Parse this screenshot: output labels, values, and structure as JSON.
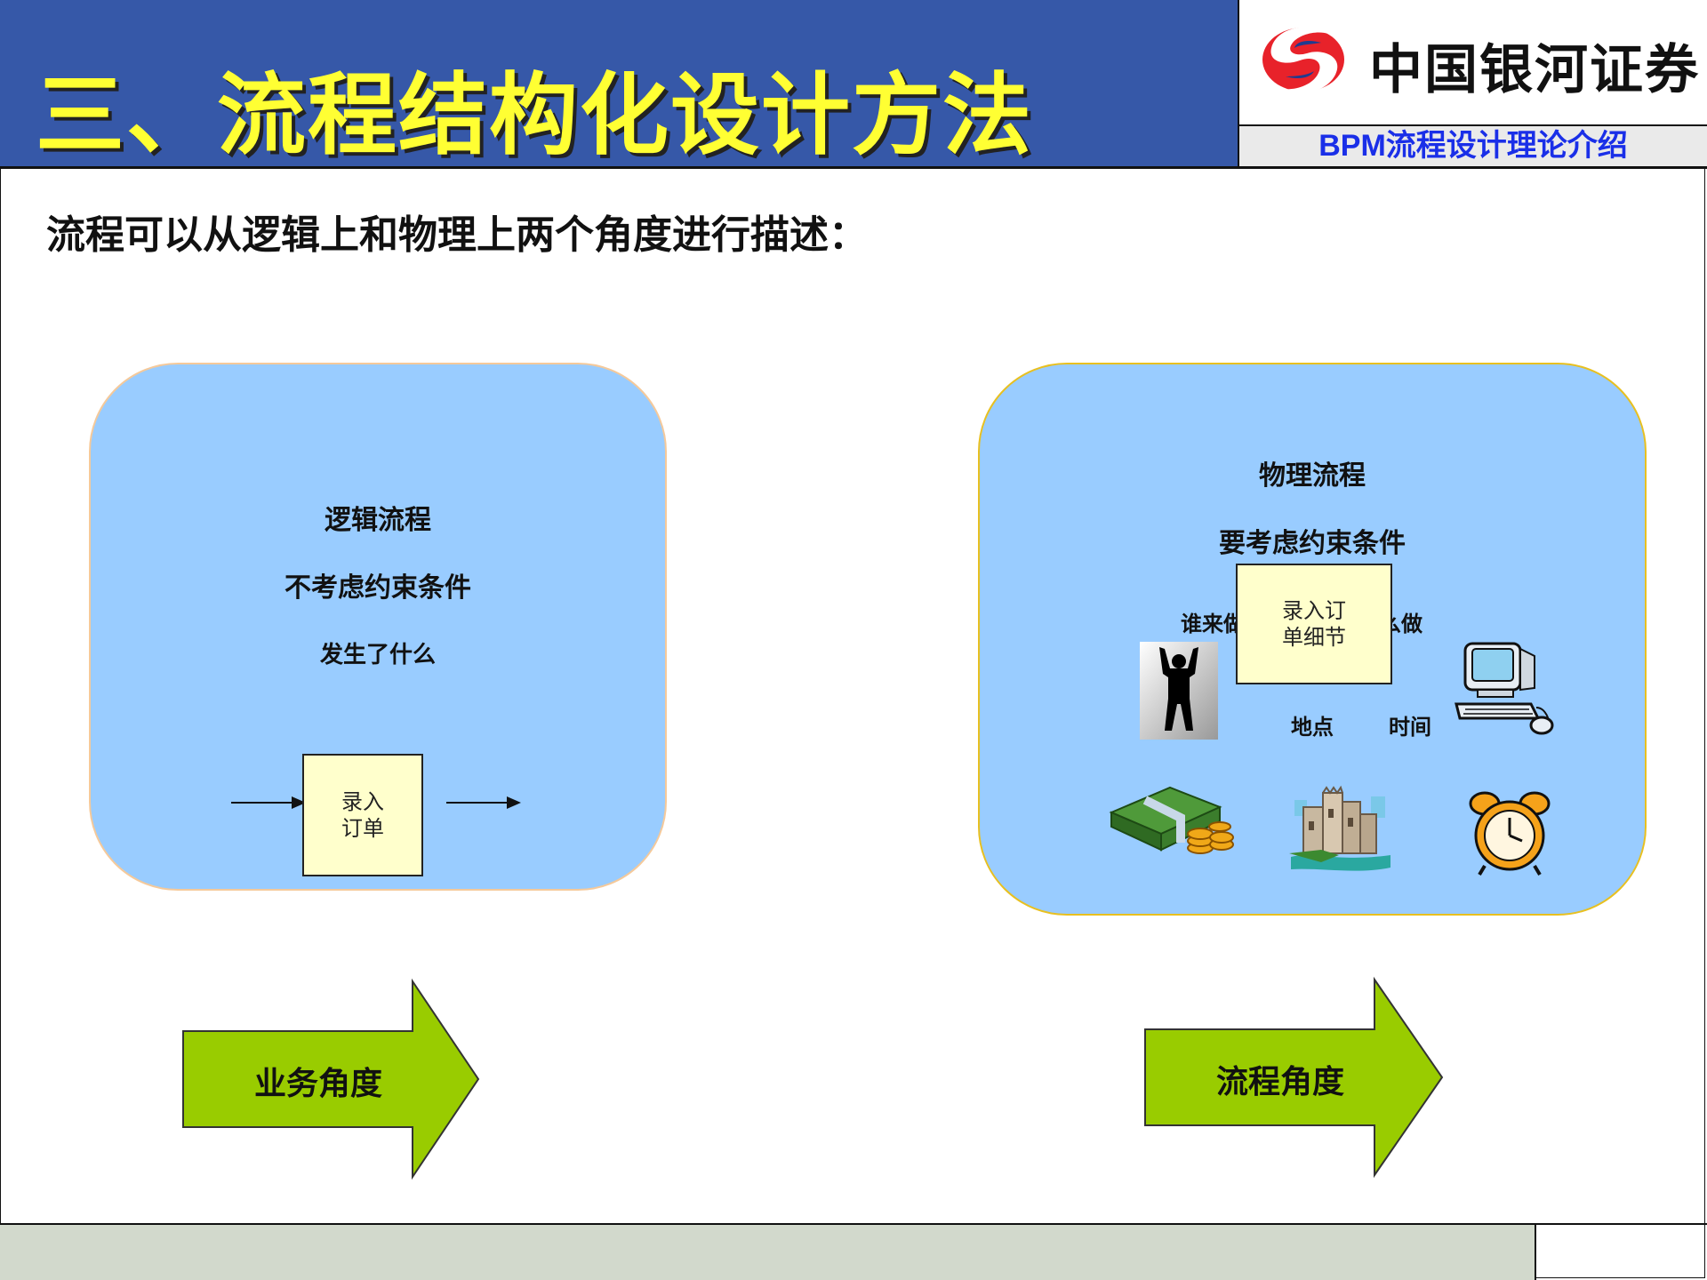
{
  "header": {
    "title": "三、流程结构化设计方法",
    "brand": "中国银河证券",
    "subtitle": "BPM流程设计理论介绍"
  },
  "intro": "流程可以从逻辑上和物理上两个角度进行描述：",
  "left_panel": {
    "heading": "逻辑流程",
    "line1": "不考虑约束条件",
    "line2": "发生了什么",
    "box_line1": "录入",
    "box_line2": "订单"
  },
  "right_panel": {
    "heading": "物理流程",
    "line1": "要考虑约束条件",
    "who_label": "谁来做",
    "how_label": "怎么做",
    "cost_label": "成本",
    "place_label": "地点",
    "time_label": "时间",
    "box_line1": "录入订",
    "box_line2": "单细节"
  },
  "arrows": {
    "left_label": "业务角度",
    "right_label": "流程角度"
  },
  "colors": {
    "title_bar": "#3658a8",
    "title_text": "#ffff33",
    "subtitle_text": "#1a2fe8",
    "panel_fill": "#99ccff",
    "box_fill": "#ffffcc",
    "arrow_fill": "#99cc00",
    "footer": "#d2d9cc"
  },
  "icons": [
    "galaxy-logo-icon",
    "person-silhouette-icon",
    "computer-icon",
    "money-coins-icon",
    "castle-icon",
    "alarm-clock-icon"
  ]
}
